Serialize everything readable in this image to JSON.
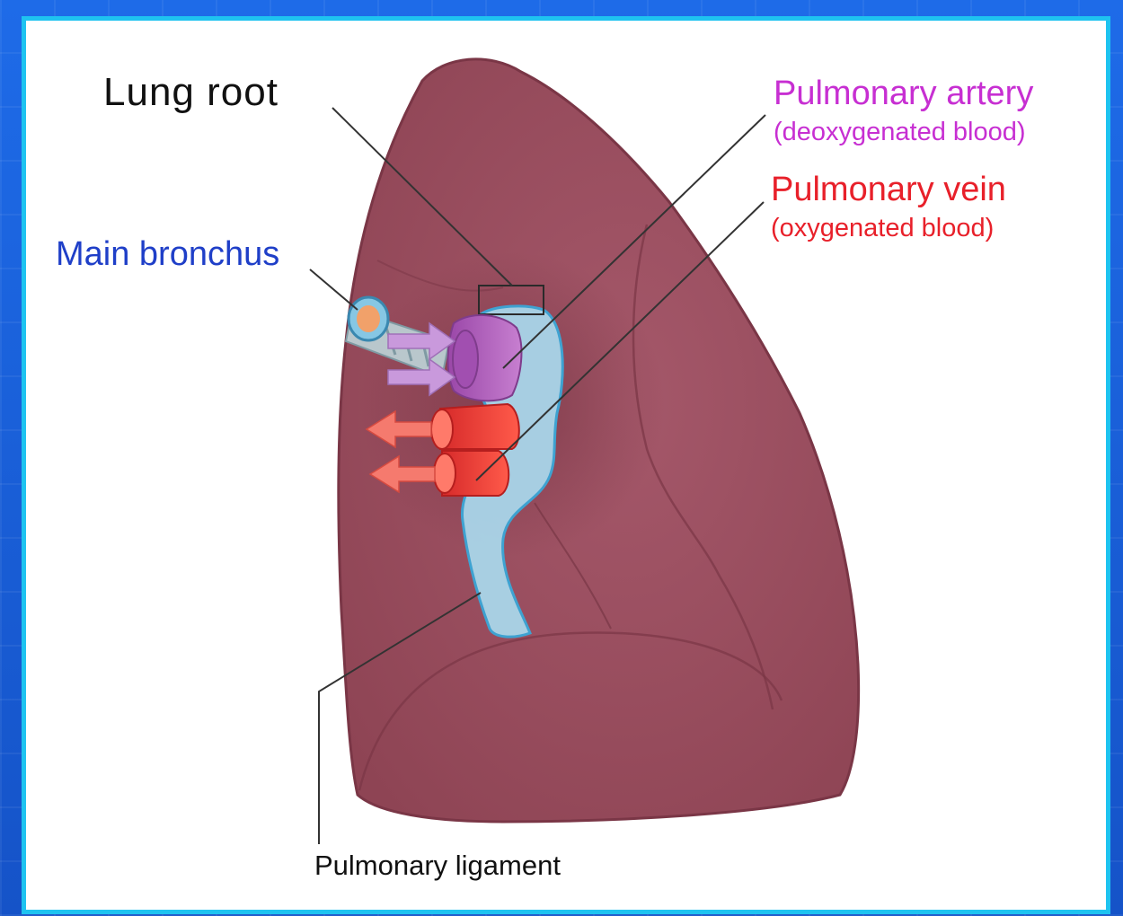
{
  "labels": {
    "lung_root": "Lung root",
    "main_bronchus": "Main bronchus",
    "pulmonary_artery": "Pulmonary artery",
    "pulmonary_artery_note": "(deoxygenated blood)",
    "pulmonary_vein": "Pulmonary vein",
    "pulmonary_vein_note": "(oxygenated blood)",
    "pulmonary_ligament": "Pulmonary ligament"
  },
  "colors": {
    "frame": "#1a5fd6",
    "border": "#1ec3f0",
    "lung": "#9c4f5e",
    "pleura": "#a9d6ea",
    "artery": "#b861c0",
    "vein": "#ee3b36",
    "bronchus_label": "#1f3fc8",
    "artery_label": "#c72fd2",
    "vein_label": "#e8202a"
  }
}
